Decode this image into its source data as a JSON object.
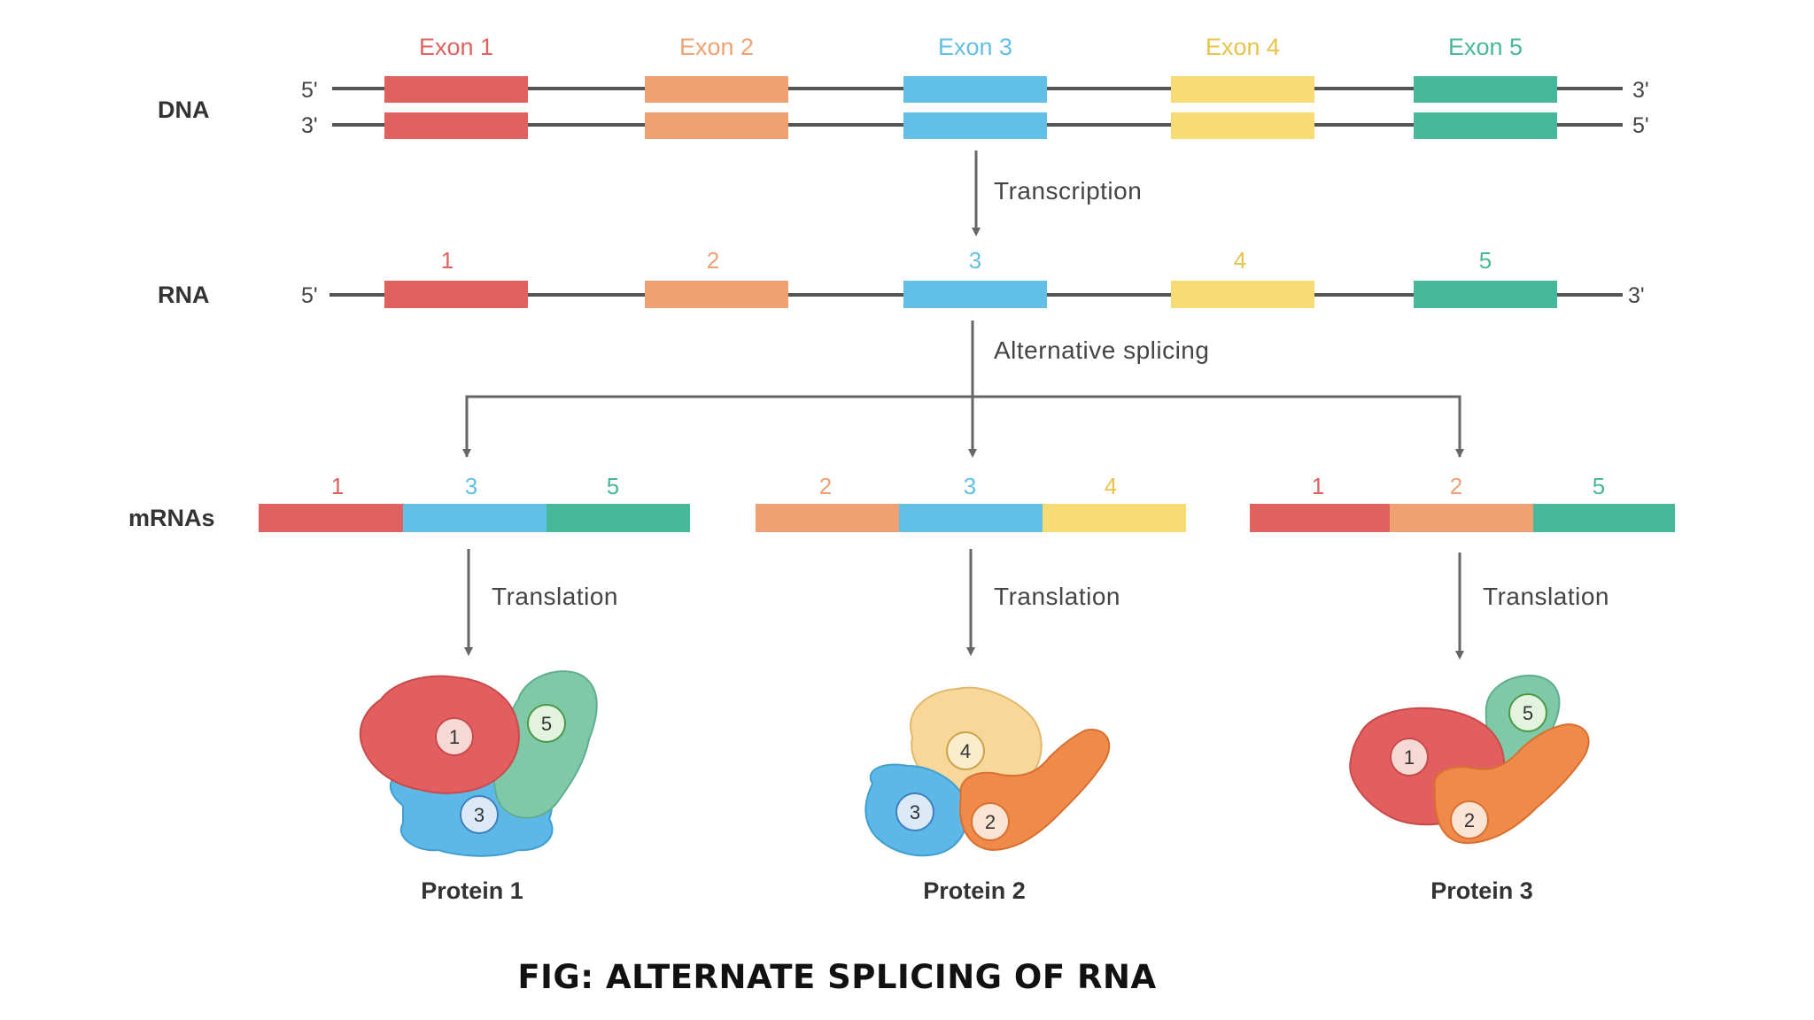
{
  "colors": {
    "exon1": "#e0625f",
    "exon2": "#f0a172",
    "exon3": "#62bfe6",
    "exon4": "#f7dc76",
    "exon5": "#48b89a",
    "line": "#555555",
    "arrow": "#666666",
    "text": "#333333"
  },
  "dna": {
    "row_label": "DNA",
    "top_strand": {
      "left_end": "5'",
      "right_end": "3'"
    },
    "bottom_strand": {
      "left_end": "3'",
      "right_end": "5'"
    },
    "exon_titles": [
      "Exon 1",
      "Exon 2",
      "Exon 3",
      "Exon 4",
      "Exon 5"
    ]
  },
  "steps": {
    "transcription": "Transcription",
    "alternative_splicing": "Alternative splicing",
    "translation": "Translation"
  },
  "rna": {
    "row_label": "RNA",
    "left_end": "5'",
    "right_end": "3'",
    "exon_numbers": [
      "1",
      "2",
      "3",
      "4",
      "5"
    ]
  },
  "mrnas": {
    "row_label": "mRNAs",
    "variants": [
      {
        "exons": [
          "1",
          "3",
          "5"
        ]
      },
      {
        "exons": [
          "2",
          "3",
          "4"
        ]
      },
      {
        "exons": [
          "1",
          "2",
          "5"
        ]
      }
    ]
  },
  "proteins": [
    {
      "label": "Protein 1",
      "domains": [
        "1",
        "5",
        "3"
      ]
    },
    {
      "label": "Protein 2",
      "domains": [
        "4",
        "3",
        "2"
      ]
    },
    {
      "label": "Protein 3",
      "domains": [
        "5",
        "1",
        "2"
      ]
    }
  ],
  "caption": "FIG: ALTERNATE SPLICING OF RNA"
}
